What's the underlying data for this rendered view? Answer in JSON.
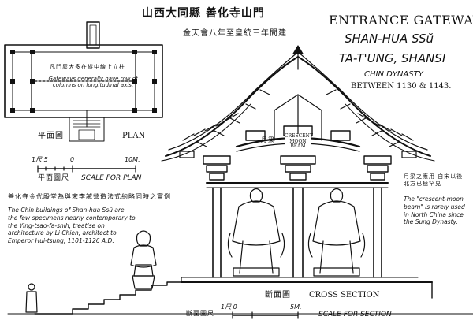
{
  "title_block": {
    "chinese_title": "山西大同縣 善化寺山門",
    "chinese_date": "金天會八年至皇統三年間建",
    "title_line1": "ENTRANCE GATEWAY",
    "title_line2": "SHAN-HUA SSŭ",
    "title_line3": "TA-T'UNG, SHANSI",
    "dynasty": "CHIN DYNASTY",
    "dates": "BETWEEN 1130 & 1143."
  },
  "plan": {
    "note_chinese": "凡門屋大多在縱中線上立柱",
    "note_english": "Gateways generally have row of columns on longitudinal axis.",
    "label_chinese": "平面圖",
    "label_english": "PLAN",
    "scale_chinese": "平面圖尺",
    "scale_english": "SCALE FOR PLAN",
    "scale_ticks": [
      "1尺 5",
      "0",
      "10M."
    ]
  },
  "section": {
    "crescent_chinese": "月梁",
    "crescent_label": "CRESCENT MOON BEAM",
    "crescent_note_chinese": "月梁之應用 自宋以後 北方已極罕見",
    "crescent_note": "The \"crescent-moon beam\" is rarely used in North China since the Sung Dynasty.",
    "label_chinese": "斷面圖",
    "label_english": "CROSS SECTION",
    "scale_chinese": "斷面圖尺",
    "scale_english": "SCALE FOR SECTION",
    "scale_ticks": [
      "1尺 0",
      "5M."
    ]
  },
  "side_note": {
    "chinese": "善化寺金代殿堂為與宋李誡營造法式約略同時之實例",
    "english": "The Chin buildings of Shan-hua Ssŭ are the few specimens nearly contemporary to the Ying-tsao-fa-shih, treatise on architecture by Li Chieh, architect to Emperor Hui-tsung, 1101-1126 A.D."
  }
}
